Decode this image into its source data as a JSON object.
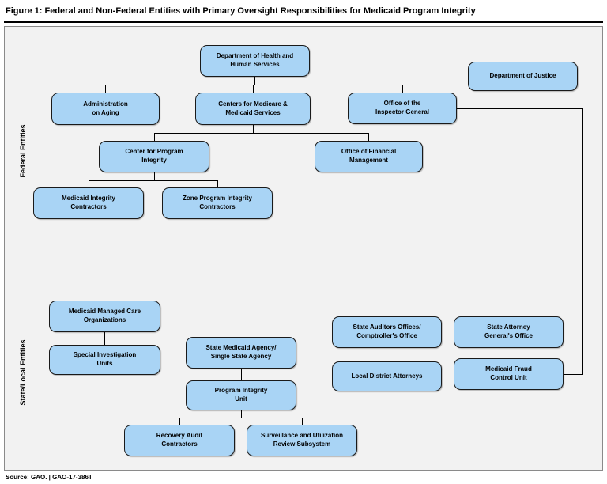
{
  "title": "Figure 1: Federal and Non-Federal Entities with Primary Oversight Responsibilities for Medicaid Program Integrity",
  "source": "Source: GAO. | GAO-17-386T",
  "sections": {
    "federal": {
      "label": "Federal Entities"
    },
    "state_local": {
      "label": "State/Local Entities"
    }
  },
  "nodes": {
    "dhhs": "Department of Health and\nHuman Services",
    "doj": "Department of Justice",
    "aoa": "Administration\non Aging",
    "cms": "Centers for Medicare &\nMedicaid Services",
    "oig": "Office of the\nInspector General",
    "cpi": "Center for Program\nIntegrity",
    "ofm": "Office of Financial\nManagement",
    "mic": "Medicaid Integrity\nContractors",
    "zpic": "Zone Program Integrity\nContractors",
    "mmco": "Medicaid Managed Care\nOrganizations",
    "siu": "Special Investigation\nUnits",
    "sma": "State Medicaid Agency/\nSingle State Agency",
    "piu": "Program Integrity\nUnit",
    "sao": "State Auditors Offices/\nComptroller's Office",
    "sag": "State Attorney\nGeneral's Office",
    "lda": "Local District Attorneys",
    "mfcu": "Medicaid Fraud\nControl Unit",
    "rac": "Recovery Audit\nContractors",
    "surs": "Surveillance and Utilization\nReview Subsystem"
  },
  "edges": [
    {
      "from": "dhhs",
      "to": "aoa"
    },
    {
      "from": "dhhs",
      "to": "cms"
    },
    {
      "from": "dhhs",
      "to": "oig"
    },
    {
      "from": "cms",
      "to": "cpi"
    },
    {
      "from": "cms",
      "to": "ofm"
    },
    {
      "from": "cpi",
      "to": "mic"
    },
    {
      "from": "cpi",
      "to": "zpic"
    },
    {
      "from": "oig",
      "to": "mfcu"
    },
    {
      "from": "mmco",
      "to": "siu"
    },
    {
      "from": "sma",
      "to": "piu"
    },
    {
      "from": "piu",
      "to": "rac"
    },
    {
      "from": "piu",
      "to": "surs"
    }
  ],
  "colors": {
    "node_fill": "#A9D4F5",
    "node_border": "#1A1A1A",
    "section_bg": "#F2F2F2",
    "line": "#000000"
  }
}
